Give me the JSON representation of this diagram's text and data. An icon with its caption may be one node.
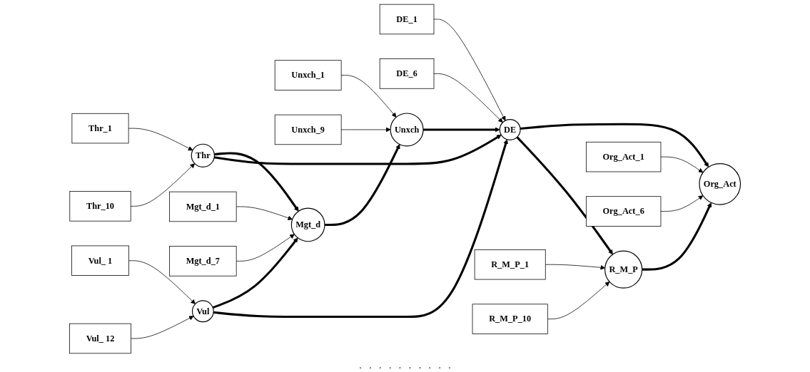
{
  "diagram": {
    "nodes": [
      {
        "text": [
          "Thr_1"
        ]
      },
      {
        "text": [
          "Thr_10"
        ]
      },
      {
        "text": [
          "Thr"
        ]
      },
      {
        "text": [
          "Mgt_d_1"
        ]
      },
      {
        "text": [
          "Mgt_d_7"
        ]
      },
      {
        "text": [
          "Mgt_d"
        ]
      },
      {
        "text": [
          "Unxch_1"
        ]
      },
      {
        "text": [
          "Unxch_9"
        ]
      },
      {
        "text": [
          "Unxch"
        ]
      },
      {
        "text": [
          "DE_1"
        ]
      },
      {
        "text": [
          "DE_6"
        ]
      },
      {
        "text": [
          "DE"
        ]
      },
      {
        "text": [
          "Org_Act_1"
        ]
      },
      {
        "text": [
          "Org_Act_6"
        ]
      },
      {
        "text": [
          "Org_Act"
        ]
      },
      {
        "text": [
          "Vul_ 1"
        ]
      },
      {
        "text": [
          "Vul_ 12"
        ]
      },
      {
        "text": [
          "Vul"
        ]
      },
      {
        "text": [
          "R_M_P_1"
        ]
      },
      {
        "text": [
          "R_M_P_10"
        ]
      },
      {
        "text": [
          "R_M_P"
        ]
      }
    ],
    "edges": [
      {
        "from": 0,
        "to": 2,
        "arrow": "to"
      },
      {
        "from": 1,
        "to": 2,
        "arrow": "to"
      },
      {
        "from": 3,
        "to": 5,
        "arrow": "to"
      },
      {
        "from": 4,
        "to": 5,
        "arrow": "to"
      },
      {
        "from": 6,
        "to": 8,
        "arrow": "to"
      },
      {
        "from": 7,
        "to": 8,
        "arrow": "to"
      },
      {
        "from": 9,
        "to": 11,
        "arrow": "to"
      },
      {
        "from": 10,
        "to": 11,
        "arrow": "to"
      },
      {
        "from": 12,
        "to": 14,
        "arrow": "to"
      },
      {
        "from": 13,
        "to": 14,
        "arrow": "to"
      },
      {
        "from": 15,
        "to": 17,
        "arrow": "to"
      },
      {
        "from": 16,
        "to": 17,
        "arrow": "to"
      },
      {
        "from": 18,
        "to": 20,
        "arrow": "to"
      },
      {
        "from": 19,
        "to": 20,
        "arrow": "to"
      },
      {
        "from": 2,
        "to": 5,
        "arrow": "to",
        "style": "thick"
      },
      {
        "from": 2,
        "to": 11,
        "arrow": "to",
        "style": "thick"
      },
      {
        "from": 17,
        "to": 5,
        "arrow": "to",
        "style": "thick"
      },
      {
        "from": 17,
        "to": 11,
        "arrow": "to",
        "style": "thick"
      },
      {
        "from": 5,
        "to": 8,
        "arrow": "to",
        "style": "thick"
      },
      {
        "from": 8,
        "to": 11,
        "arrow": "to",
        "style": "thick"
      },
      {
        "from": 11,
        "to": 14,
        "arrow": "to",
        "style": "thick"
      },
      {
        "from": 11,
        "to": 20,
        "arrow": "to",
        "style": "thick"
      },
      {
        "from": 20,
        "to": 14,
        "arrow": "to",
        "style": "thick"
      }
    ],
    "labels": [
      ".",
      ".",
      ".",
      ".",
      ".",
      ".",
      ".",
      ".",
      ".",
      "."
    ]
  }
}
